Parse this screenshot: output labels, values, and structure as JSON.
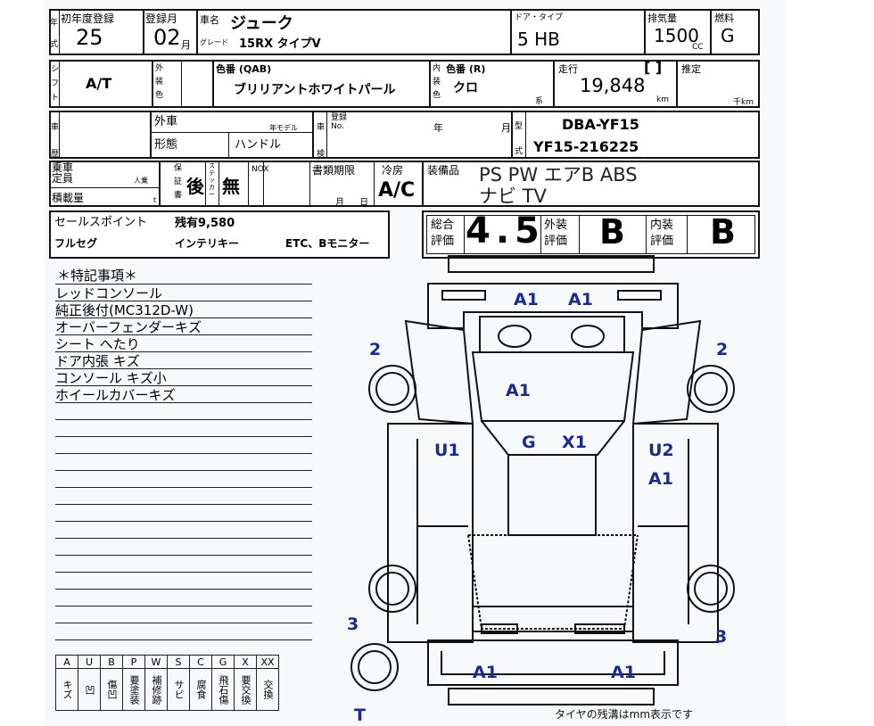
{
  "row1": {
    "year_label": "年式",
    "first_reg_label": "初年度登録",
    "first_reg": "25",
    "reg_month_label": "登録月",
    "reg_month": "02",
    "month_unit": "月",
    "car_name_label": "車名",
    "car_name": "ジューク",
    "grade_label": "グレード",
    "grade": "15RX タイプV",
    "door_label": "ドア・タイプ",
    "door": "5 HB",
    "displacement_label": "排気量",
    "displacement": "1500",
    "cc": "CC",
    "fuel_label": "燃料",
    "fuel": "G"
  },
  "row2": {
    "shift_label": "シフト",
    "shift": "A/T",
    "ext_color_label": "外装色",
    "color_code_label": "色番 (QAB)",
    "color": "ブリリアントホワイトパール",
    "int_color_label": "内装色",
    "int_code_label": "色番 (R)",
    "int_color": "クロ",
    "int_unit": "系",
    "mileage_label": "走行",
    "mileage_bracket": "[ ]",
    "mileage": "19,848",
    "km": "km",
    "estimate_label": "推定",
    "estimate_unit": "千km"
  },
  "row3": {
    "history_label": "車歴",
    "import_label": "外車",
    "model_year_label": "年モデル",
    "form_label": "形態",
    "handle_label": "ハンドル",
    "inspection_label": "車検",
    "reg_no_label": "登録 No.",
    "year_unit": "年",
    "month_unit": "月",
    "model_label": "型式",
    "model_code": "DBA-YF15",
    "chassis": "YF15-216225"
  },
  "row4": {
    "capacity_label": "乗車定員",
    "capacity_unit": "人乗",
    "load_label": "積載量",
    "load_unit": "t",
    "warranty_label": "保証書",
    "warranty_value": "後",
    "sticker_label": "ステッカー",
    "sticker_value": "無",
    "nox_label": "NOX",
    "docs_label": "書類期限",
    "docs_unit": "月 日",
    "ac_label": "冷房",
    "ac": "A/C",
    "equipment_label": "装備品",
    "equipment_line1": "PS PW エアB ABS",
    "equipment_line2": "ナビ TV"
  },
  "sales": {
    "label": "セールスポイント",
    "line1": "残有9,580",
    "items": [
      "フルセグ",
      "インテリキー",
      "ETC、Bモニター"
    ]
  },
  "scores": {
    "overall_label": "総合評価",
    "overall": "4.5",
    "exterior_label": "外装評価",
    "exterior": "B",
    "interior_label": "内装評価",
    "interior": "B"
  },
  "notes": {
    "title": "＊特記事項＊",
    "items": [
      "レッドコンソール",
      "純正後付(MC312D-W)",
      "オーバーフェンダーキズ",
      "シート へたり",
      "ドア内張 キズ",
      "コンソール キズ小",
      "ホイールカバーキズ"
    ]
  },
  "legend": {
    "codes": [
      "A",
      "U",
      "B",
      "P",
      "W",
      "S",
      "C",
      "G",
      "X",
      "XX"
    ],
    "meanings": [
      "キズ",
      "凹",
      "傷凹",
      "要塗装",
      "補修跡",
      "サビ",
      "腐食",
      "飛石傷",
      "要交換",
      "交換"
    ]
  },
  "diagram": {
    "marks": {
      "front_bumper_left": "A1",
      "front_bumper_right": "A1",
      "hood": "A1",
      "windshield": "G",
      "roof": "X1",
      "left_door": "U1",
      "right_door": "U2",
      "right_door_2": "A1",
      "rear_left": "A1",
      "rear_right": "A1",
      "tire_fl": "2",
      "tire_fr": "2",
      "tire_rl": "3",
      "tire_rr": "3",
      "spare": "T"
    },
    "tire_note": "タイヤの残溝はmm表示です"
  },
  "colors": {
    "mark_blue": "#1b2a8f"
  }
}
